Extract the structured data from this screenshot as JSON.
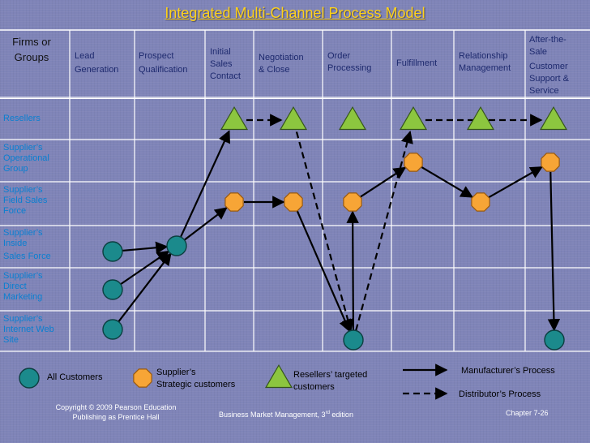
{
  "title": "Integrated Multi-Channel Process Model",
  "corner_label_line1": "Firms or",
  "corner_label_line2": "Groups",
  "stages": [
    [
      "Lead",
      "Generation"
    ],
    [
      "Prospect",
      "Qualification"
    ],
    [
      "Initial",
      "Sales",
      "Contact"
    ],
    [
      "Negotiation",
      "& Close"
    ],
    [
      "Order",
      "Processing"
    ],
    [
      "Fulfillment"
    ],
    [
      "Relationship",
      "Management"
    ],
    [
      "After-the-",
      "Sale",
      "Customer",
      "Support &",
      "Service"
    ]
  ],
  "rows": [
    [
      "Resellers"
    ],
    [
      "Supplier’s",
      "Operational",
      "Group"
    ],
    [
      "Supplier’s",
      "Field Sales",
      "Force"
    ],
    [
      "Supplier’s",
      "Inside",
      "Sales Force"
    ],
    [
      "Supplier’s",
      "Direct",
      "Marketing"
    ],
    [
      "Supplier’s",
      "Internet Web",
      "Site"
    ]
  ],
  "legend": {
    "all_customers": "All Customers",
    "strategic_line1": "Supplier’s",
    "strategic_line2": "Strategic customers",
    "resellers_line1": "Resellers’ targeted",
    "resellers_line2": "customers",
    "manufacturer_process": "Manufacturer’s Process",
    "distributor_process": "Distributor’s Process"
  },
  "footer": {
    "copyright_line1": "Copyright © 2009 Pearson  Education",
    "copyright_line2": "Publishing as Prentice Hall",
    "book_title": "Business Market Management,  3",
    "edition_sup": "rd",
    "edition_rest": " edition",
    "chapter": "Chapter 7-26"
  },
  "colors": {
    "title": "#ffd21a",
    "header_text": "#1e2a6e",
    "row_label": "#0a7fd0",
    "all_customers_node": "#1b8a8c",
    "strategic_node": "#f7a536",
    "reseller_node": "#8cc63f"
  },
  "nodes": [
    {
      "shape": "circle",
      "stage": 0,
      "row": 4
    },
    {
      "shape": "circle",
      "stage": 0,
      "row": 5
    },
    {
      "shape": "circle",
      "stage": 0,
      "row": 6
    },
    {
      "shape": "circle",
      "stage": 1,
      "row": 4
    },
    {
      "shape": "triangle",
      "stage": 2,
      "row": 1
    },
    {
      "shape": "octagon",
      "stage": 2,
      "row": 3
    },
    {
      "shape": "triangle",
      "stage": 3,
      "row": 1
    },
    {
      "shape": "octagon",
      "stage": 3,
      "row": 3
    },
    {
      "shape": "triangle",
      "stage": 4,
      "row": 1
    },
    {
      "shape": "octagon",
      "stage": 4,
      "row": 3
    },
    {
      "shape": "circle",
      "stage": 4,
      "row": 6
    },
    {
      "shape": "triangle",
      "stage": 5,
      "row": 1
    },
    {
      "shape": "octagon",
      "stage": 5,
      "row": 2
    },
    {
      "shape": "triangle",
      "stage": 6,
      "row": 1
    },
    {
      "shape": "octagon",
      "stage": 6,
      "row": 3
    },
    {
      "shape": "triangle",
      "stage": 7,
      "row": 1
    },
    {
      "shape": "octagon",
      "stage": 7,
      "row": 2
    },
    {
      "shape": "circle",
      "stage": 7,
      "row": 6
    }
  ],
  "flows": [
    {
      "from": 0,
      "to": 3,
      "style": "solid"
    },
    {
      "from": 1,
      "to": 3,
      "style": "solid"
    },
    {
      "from": 2,
      "to": 3,
      "style": "solid"
    },
    {
      "from": 3,
      "to": 4,
      "style": "solid"
    },
    {
      "from": 3,
      "to": 5,
      "style": "solid"
    },
    {
      "from": 5,
      "to": 7,
      "style": "solid"
    },
    {
      "from": 7,
      "to": 10,
      "style": "solid"
    },
    {
      "from": 10,
      "to": 9,
      "style": "solid"
    },
    {
      "from": 9,
      "to": 12,
      "style": "solid"
    },
    {
      "from": 12,
      "to": 14,
      "style": "solid"
    },
    {
      "from": 14,
      "to": 16,
      "style": "solid"
    },
    {
      "from": 16,
      "to": 17,
      "style": "solid"
    },
    {
      "from": 4,
      "to": 6,
      "style": "dashed"
    },
    {
      "from": 6,
      "to": 10,
      "style": "dashed"
    },
    {
      "from": 10,
      "to": 11,
      "style": "dashed"
    },
    {
      "from": 11,
      "to": 15,
      "style": "dashed"
    }
  ]
}
